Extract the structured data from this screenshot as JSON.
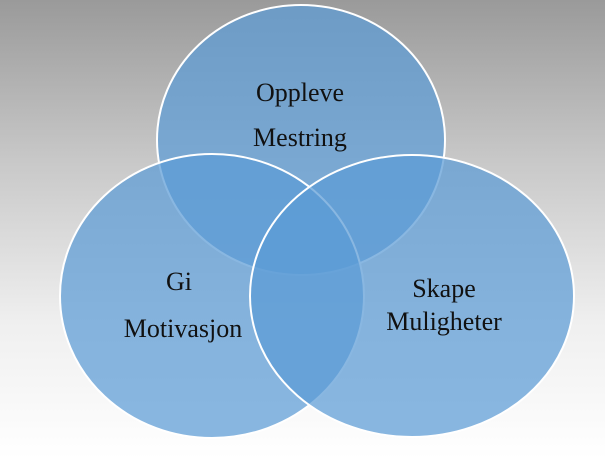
{
  "diagram": {
    "type": "venn",
    "circles": [
      {
        "id": "top",
        "lines": [
          "Oppleve",
          "Mestring"
        ]
      },
      {
        "id": "left",
        "lines": [
          "Gi",
          "Motivasjon"
        ]
      },
      {
        "id": "right",
        "lines": [
          "Skape",
          "Muligheter"
        ]
      }
    ],
    "colors": {
      "circle_fill": "#5b9bd5",
      "circle_stroke": "#ffffff"
    }
  }
}
